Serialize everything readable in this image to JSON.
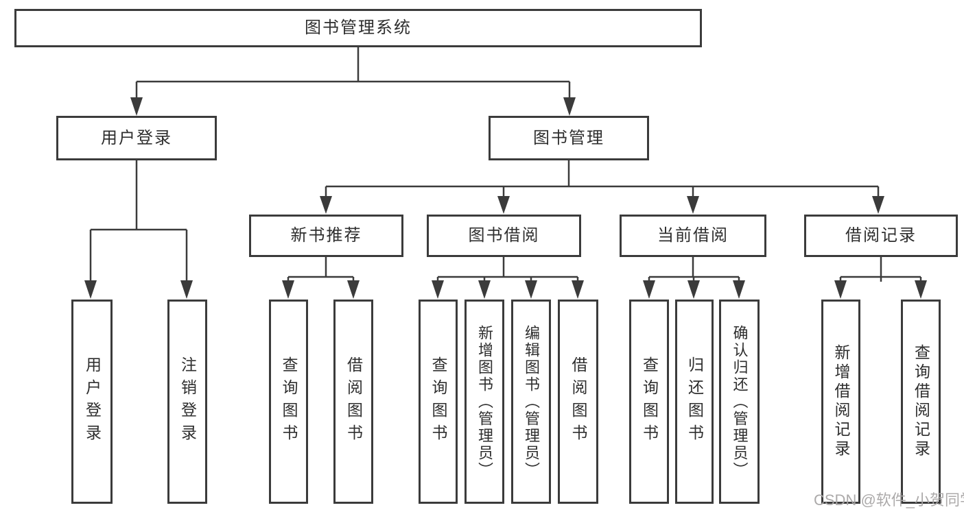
{
  "diagram_type": "hierarchy-tree",
  "root": {
    "label": "图书管理系统"
  },
  "branches": [
    {
      "label": "用户登录",
      "children": [
        "用户登录",
        "注销登录"
      ]
    },
    {
      "label": "图书管理",
      "sub": [
        {
          "label": "新书推荐",
          "children": [
            "查询图书",
            "借阅图书"
          ]
        },
        {
          "label": "图书借阅",
          "children": [
            "查询图书",
            "新增图书（管理员）",
            "编辑图书（管理员）",
            "借阅图书"
          ]
        },
        {
          "label": "当前借阅",
          "children": [
            "查询图书",
            "归还图书",
            "确认归还（管理员）"
          ]
        },
        {
          "label": "借阅记录",
          "children": [
            "新增借阅记录",
            "查询借阅记录"
          ]
        }
      ]
    }
  ],
  "watermark": "CSDN @软件_小贺同学",
  "colors": {
    "line": "#3b3b3b",
    "border": "#3b3b3b",
    "text": "#2e2e2e",
    "watermark": "#a8a5a5",
    "background": "#ffffff"
  }
}
